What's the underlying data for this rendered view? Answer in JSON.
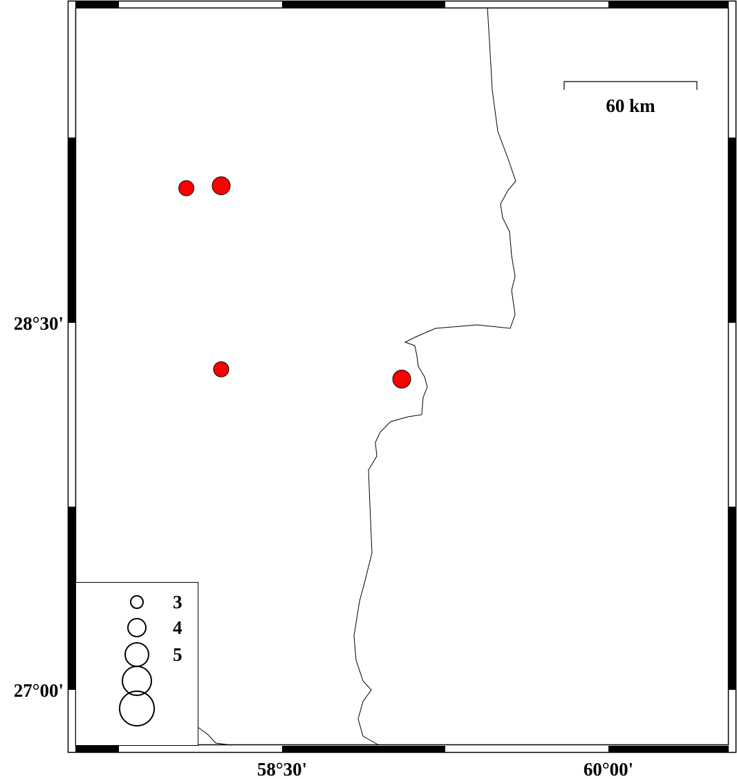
{
  "map": {
    "axes": {
      "x_ticks": [
        {
          "label": "58°30'",
          "lon": 58.5
        },
        {
          "label": "60°00'",
          "lon": 60.0
        }
      ],
      "y_ticks": [
        {
          "label": "28°30'",
          "lat": 28.5
        },
        {
          "label": "27°00'",
          "lat": 27.0
        }
      ]
    },
    "scale_bar": {
      "label": "60 km"
    },
    "legend": {
      "title": "",
      "entries": [
        {
          "label": "3",
          "magnitude": 3
        },
        {
          "label": "4",
          "magnitude": 4
        },
        {
          "label": "5",
          "magnitude": 5
        },
        {
          "label": "",
          "magnitude": 6
        },
        {
          "label": "",
          "magnitude": 7
        }
      ]
    },
    "events": [
      {
        "lon": 58.06,
        "lat": 29.05,
        "magnitude": 3.5
      },
      {
        "lon": 58.22,
        "lat": 29.06,
        "magnitude": 4.0
      },
      {
        "lon": 58.22,
        "lat": 28.31,
        "magnitude": 3.5
      },
      {
        "lon": 59.05,
        "lat": 28.27,
        "magnitude": 4.0
      }
    ],
    "colors": {
      "event_fill": "#ff0000",
      "frame": "#000000",
      "coast": "#000000"
    }
  }
}
